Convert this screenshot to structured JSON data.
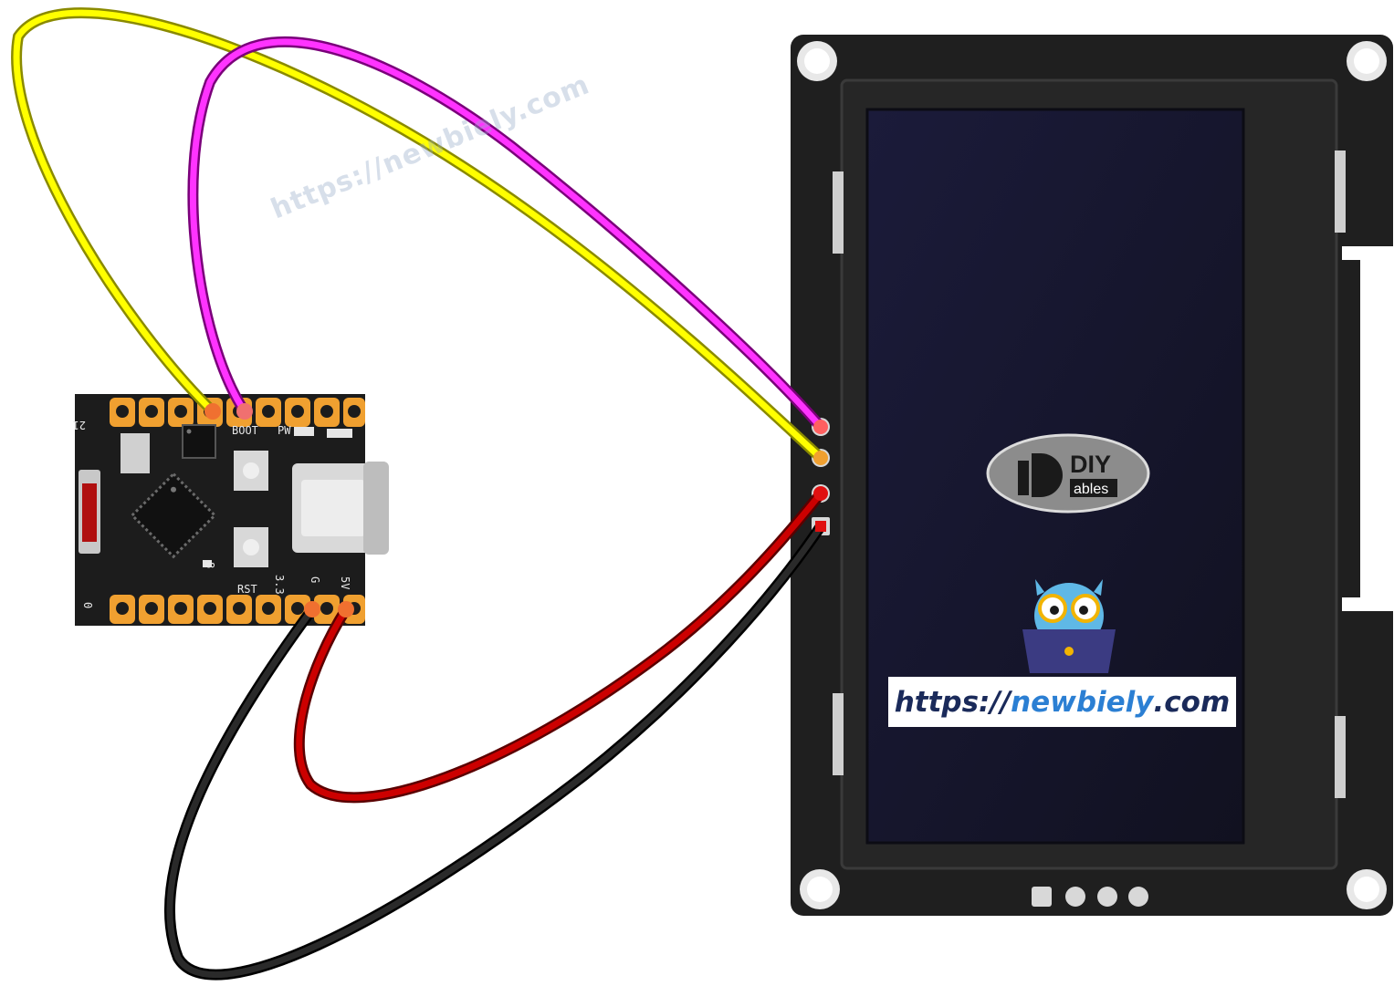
{
  "board": {
    "pin_top_left": "21",
    "pin_bottom_left": "0",
    "boot_label": "BOOT",
    "pw_label": "PW",
    "rst_label": "RST",
    "pin_33": "3.3",
    "pin_g": "G",
    "pin_5v": "5V",
    "pin_8": "8"
  },
  "logo": {
    "diy": "DIY",
    "ables": "ables"
  },
  "banner": {
    "prefix": "https://",
    "domain": "newbiely",
    "suffix": ".com"
  },
  "watermark": "https://newbiely.com",
  "colors": {
    "wire_sda": "#ff00ff",
    "wire_scl": "#ffff00",
    "wire_vcc": "#cc0000",
    "wire_gnd": "#222222",
    "pad": "#f0a030",
    "pcb": "#1c1c1c",
    "screen": "#16162a"
  }
}
